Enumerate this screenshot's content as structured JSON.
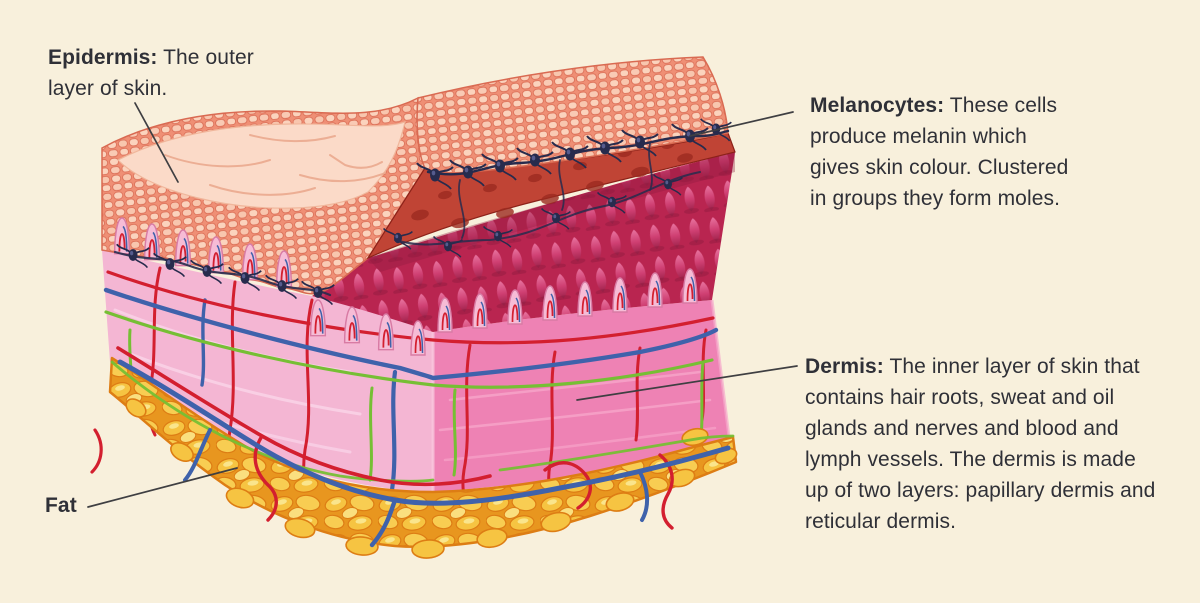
{
  "labels": {
    "epidermis": {
      "term": "Epidermis:",
      "desc": " The outer layer of skin."
    },
    "melanocytes": {
      "term": "Melanocytes:",
      "desc": " These cells produce melanin which gives skin colour. Clustered in groups they form moles."
    },
    "dermis": {
      "term": "Dermis:",
      "desc": " The inner layer of skin that contains hair roots, sweat and oil glands and nerves and blood and lymph vessels. The dermis is made up of two layers: papillary dermis and reticular dermis."
    },
    "fat": {
      "term": "Fat",
      "desc": ""
    }
  },
  "colors": {
    "background": "#f8f0dc",
    "text": "#2f3037",
    "leader_line": "#3f3f42",
    "epidermis_surface": "#fbdac8",
    "epidermis_cells": "#ef8f75",
    "flap_underside": "#c04435",
    "melanocyte": "#272b4d",
    "papillary_dermis_surface": "#b92550",
    "dermis_left_face": "#f4b6d3",
    "dermis_front_face": "#ee82b4",
    "artery": "#d31f2f",
    "vein": "#3f62ab",
    "lymph_vessel": "#76bf34",
    "fat": "#f6c442",
    "fat_outline": "#dd7d14"
  }
}
